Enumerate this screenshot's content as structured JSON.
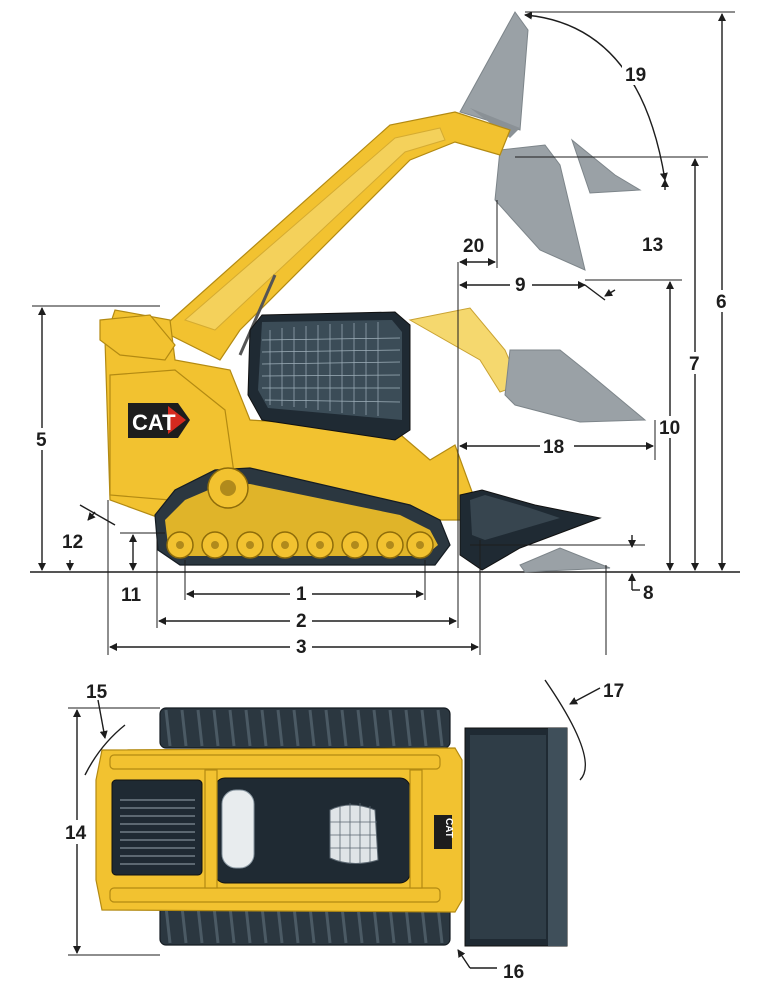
{
  "labels": {
    "d1": "1",
    "d2": "2",
    "d3": "3",
    "d5": "5",
    "d6": "6",
    "d7": "7",
    "d8": "8",
    "d9": "9",
    "d10": "10",
    "d11": "11",
    "d12": "12",
    "d13": "13",
    "d14": "14",
    "d15": "15",
    "d16": "16",
    "d17": "17",
    "d18": "18",
    "d19": "19",
    "d20": "20"
  },
  "logo": {
    "side": "CAT",
    "top": "CAT"
  },
  "colors": {
    "machine_yellow": "#f2c230",
    "ghost_gray": "#9aa1a6",
    "track_dark": "#2b3740",
    "dimension_black": "#1d1d1d"
  }
}
